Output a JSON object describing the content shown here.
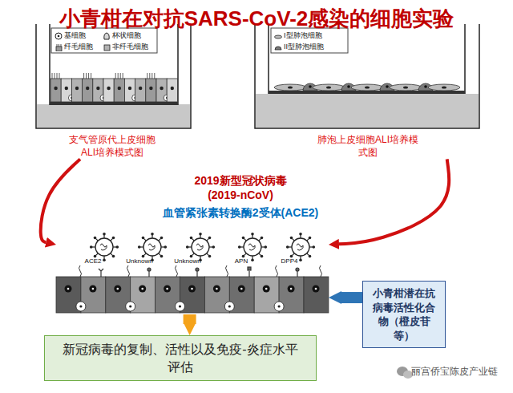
{
  "diagram": {
    "title": "小青柑在对抗SARS-CoV-2感染的细胞实验",
    "nodes": [
      {
        "text": [
          "支气管原代上皮细胞 ALI培养模式图"
        ]
      },
      {
        "text": [
          "肺泡上皮细胞ALI培养模式图"
        ]
      },
      {
        "text": [
          "ACE2",
          "Unknown",
          "Unknown",
          "APN",
          "DPP4"
        ]
      },
      {
        "text": [
          "小青柑潜在抗病毒活性化合物（橙皮苷等）"
        ]
      },
      {
        "text": [
          "新冠病毒的复制、活性以及免疫-炎症水平评估"
        ]
      }
    ],
    "edges": [
      {
        "from": 0,
        "to": 2,
        "arrow": "to"
      },
      {
        "from": 1,
        "to": 2,
        "arrow": "to"
      },
      {
        "from": 3,
        "to": 2,
        "arrow": "to"
      },
      {
        "from": 2,
        "to": 4,
        "arrow": "to"
      }
    ],
    "labels": [
      "2019新型冠状病毒 (2019-nCoV)",
      "血管紧张素转换酶2受体(ACE2)",
      "丽宫侨宝陈皮产业链"
    ],
    "legend": [
      {
        "text": "基细胞"
      },
      {
        "text": "杯状细胞"
      },
      {
        "text": "纤毛细胞"
      },
      {
        "text": "非纤毛细胞"
      },
      {
        "text": "I型肺泡细胞"
      },
      {
        "text": "II型肺泡细胞"
      }
    ]
  }
}
